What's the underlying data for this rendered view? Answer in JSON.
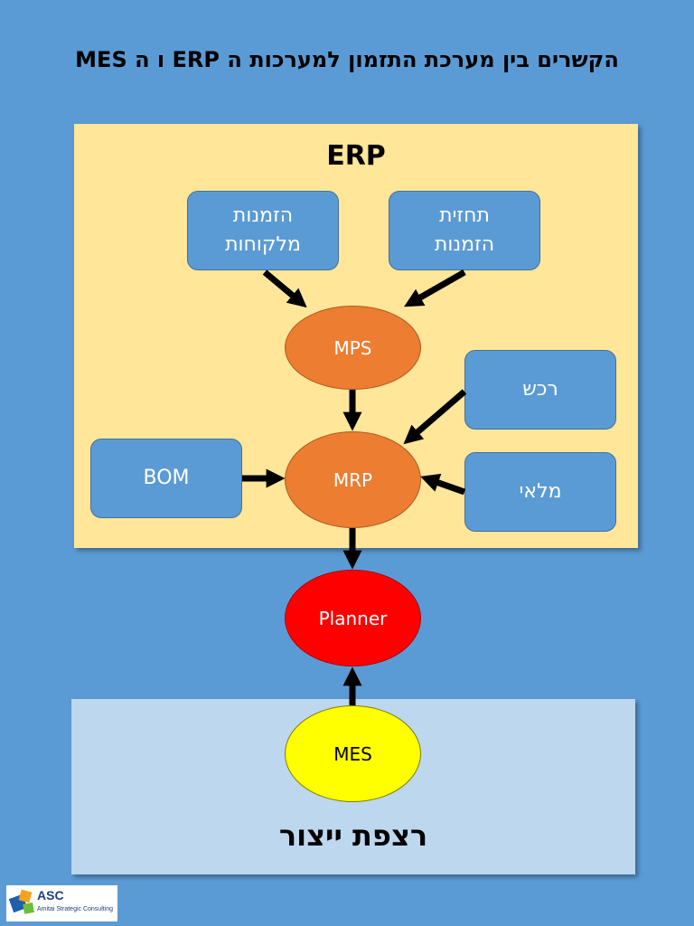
{
  "title": "הקשרים בין מערכת התזמון למערכות ה ERP ו ה MES",
  "erp": {
    "label": "ERP",
    "nodes": {
      "customer_orders": "הזמנות\nמלקוחות",
      "order_forecast": "תחזית\nהזמנות",
      "mps": "MPS",
      "procurement": "רכש",
      "bom": "BOM",
      "mrp": "MRP",
      "inventory": "מלאי"
    }
  },
  "planner": "Planner",
  "floor": {
    "label": "רצפת ייצור",
    "mes": "MES"
  },
  "logo": {
    "abbr": "ASC",
    "name": "Amitai Strategic Consulting"
  },
  "colors": {
    "background": "#5b9bd5",
    "erp_panel": "#ffe699",
    "floor_panel": "#bdd7ee",
    "node_box": "#5b9bd5",
    "process_ellipse": "#ed7d31",
    "planner": "#ff0000",
    "mes": "#ffff00"
  }
}
